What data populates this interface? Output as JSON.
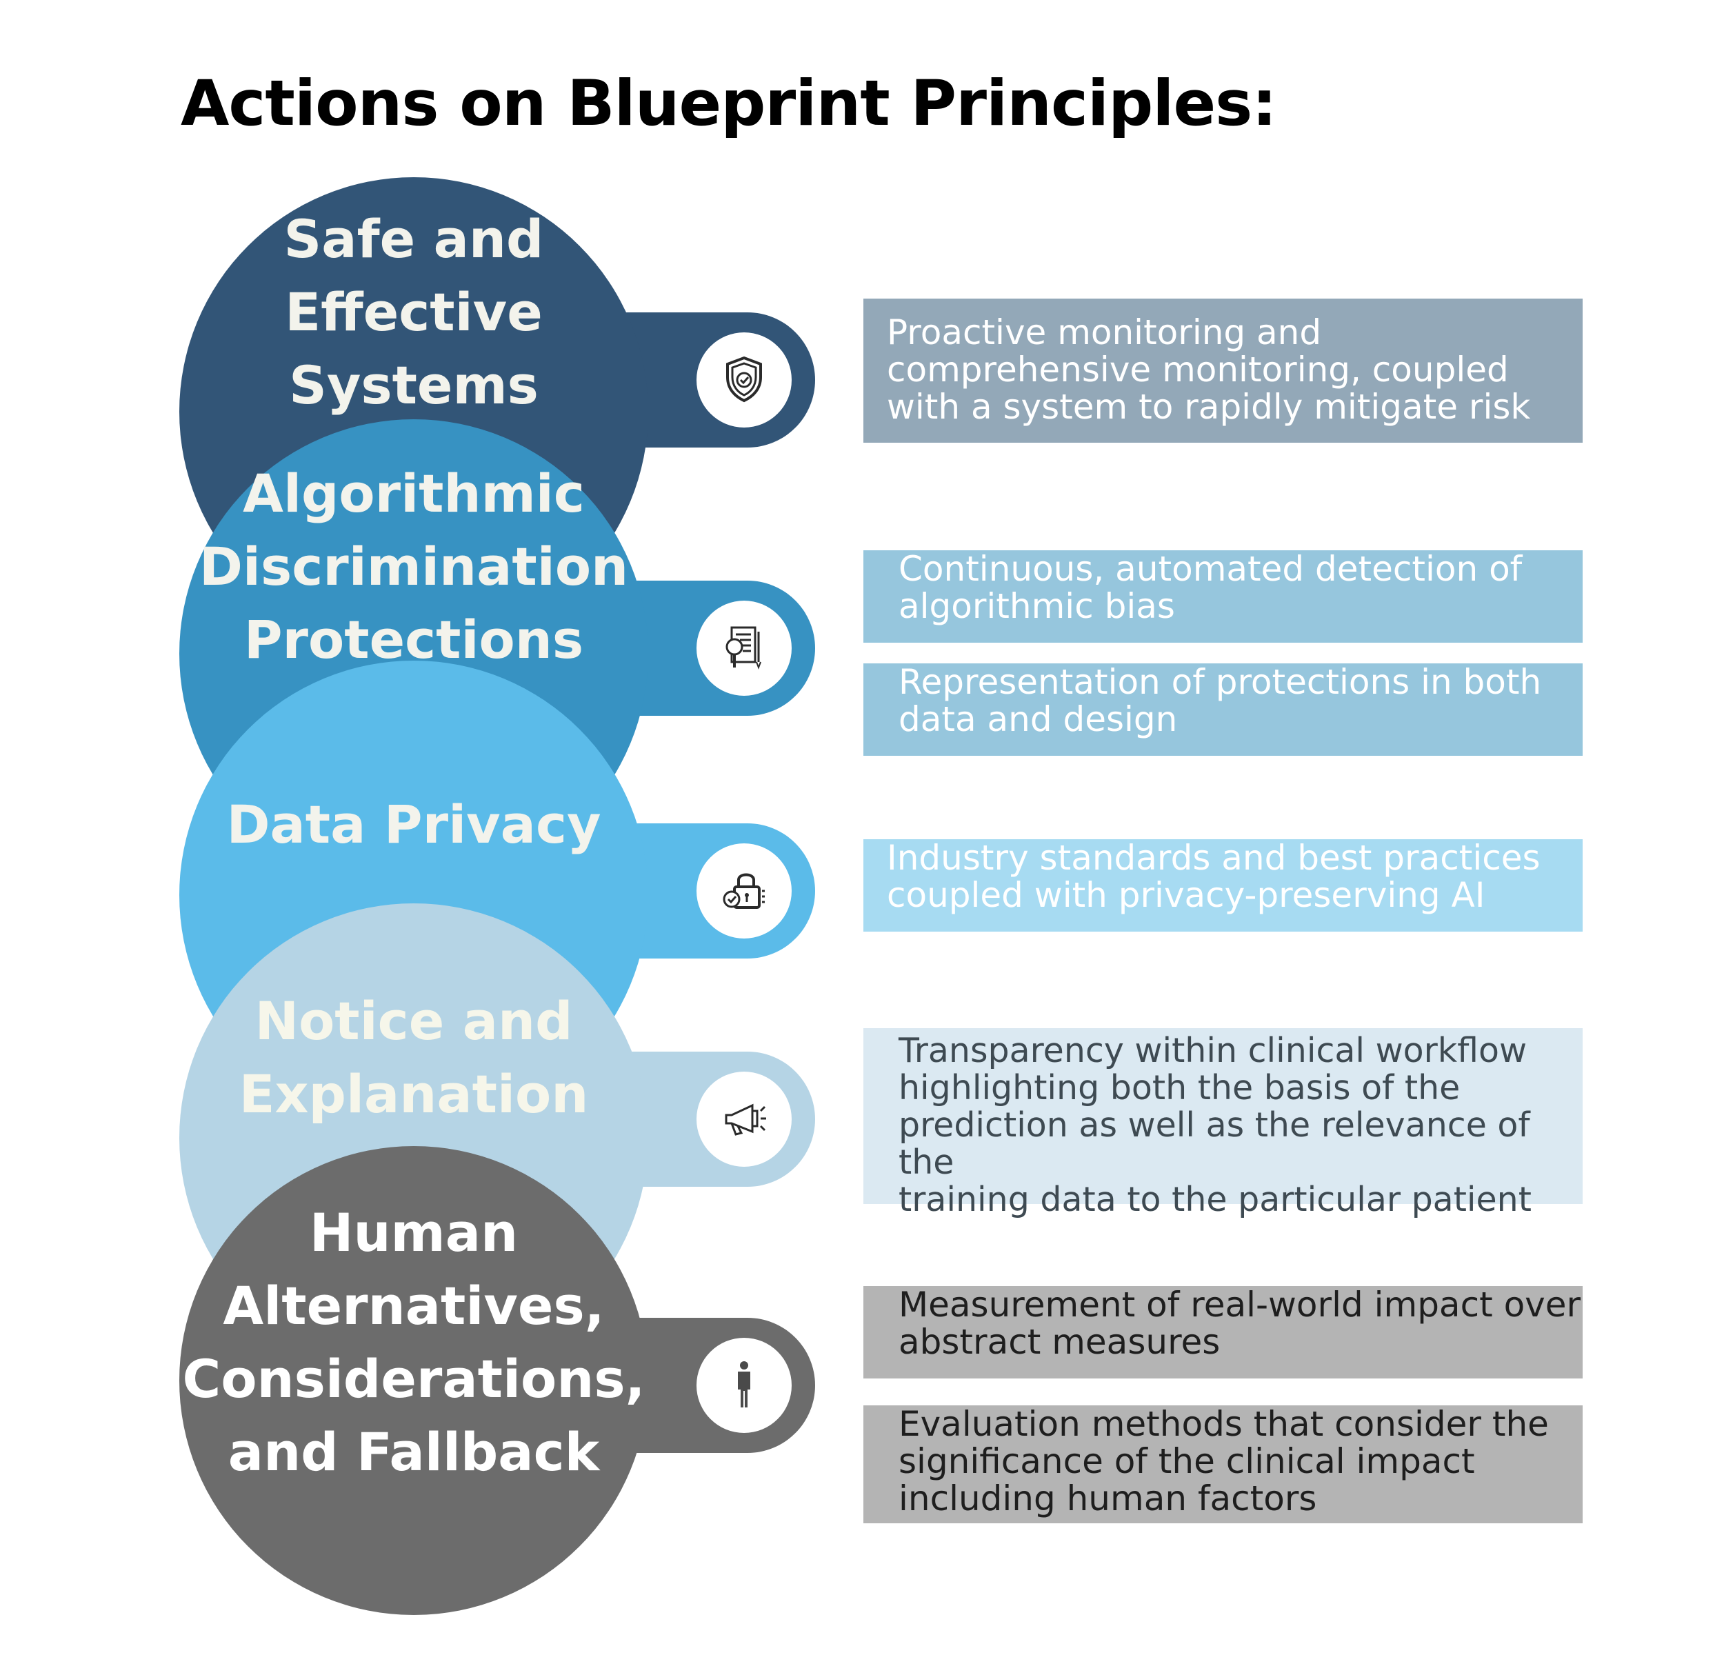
{
  "title": "Actions on Blueprint Principles:",
  "colors": {
    "safe": "#325577",
    "algorithmic": "#3792c2",
    "privacy": "#5bbbe9",
    "notice": "#b5d4e5",
    "human": "#6c6c6c"
  },
  "principles": [
    {
      "name": "Safe and\nEffective\nSystems",
      "icon": "shield-check-icon",
      "actions": [
        "Proactive monitoring and\ncomprehensive monitoring, coupled\nwith a system to rapidly mitigate risk"
      ]
    },
    {
      "name": "Algorithmic\nDiscrimination\nProtections",
      "icon": "document-magnifier-icon",
      "actions": [
        "Continuous, automated detection of\nalgorithmic bias",
        "Representation of protections in both\ndata and design"
      ]
    },
    {
      "name": "Data Privacy",
      "icon": "padlock-check-icon",
      "actions": [
        "Industry standards and best practices\ncoupled with privacy-preserving AI"
      ]
    },
    {
      "name": "Notice and\nExplanation",
      "icon": "megaphone-icon",
      "actions": [
        "Transparency within clinical workflow\nhighlighting both the basis of the\nprediction as well as the relevance of the\ntraining data to the particular patient"
      ]
    },
    {
      "name": "Human\nAlternatives,\nConsiderations,\nand Fallback",
      "icon": "person-icon",
      "actions": [
        "Measurement of real-world impact over\nabstract measures",
        "Evaluation methods that consider the\nsignificance of the clinical impact\nincluding human factors"
      ]
    }
  ]
}
